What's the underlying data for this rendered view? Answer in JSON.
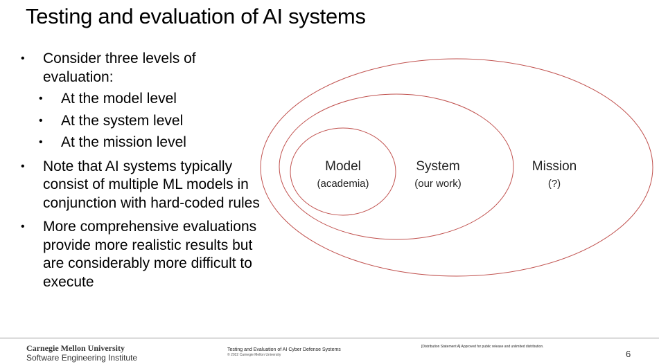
{
  "slide": {
    "title": "Testing and evaluation of AI systems"
  },
  "bullets": [
    {
      "level": 1,
      "text": "Consider three levels of evaluation:"
    },
    {
      "level": 2,
      "text": "At the model level"
    },
    {
      "level": 2,
      "text": "At the system level"
    },
    {
      "level": 2,
      "text": "At the mission level"
    },
    {
      "level": 1,
      "text": "Note that AI systems typically consist of multiple  ML models in conjunction with hard-coded rules"
    },
    {
      "level": 1,
      "text": "More comprehensive evaluations provide more realistic results but are considerably more difficult to execute"
    }
  ],
  "diagram": {
    "outline_color": "#c0504d",
    "model": {
      "name": "Model",
      "note": "(academia)"
    },
    "system": {
      "name": "System",
      "note": "(our work)"
    },
    "mission": {
      "name": "Mission",
      "note": "(?)"
    }
  },
  "footer": {
    "org_name": "Carnegie Mellon University",
    "institute": "Software Engineering Institute",
    "doc_title": "Testing and Evaluation of AI Cyber Defense Systems",
    "copyright": "© 2022 Carnegie Mellon University",
    "distribution": "[Distribution Statement A] Approved for public release and unlimited distribution.",
    "page_number": "6"
  }
}
